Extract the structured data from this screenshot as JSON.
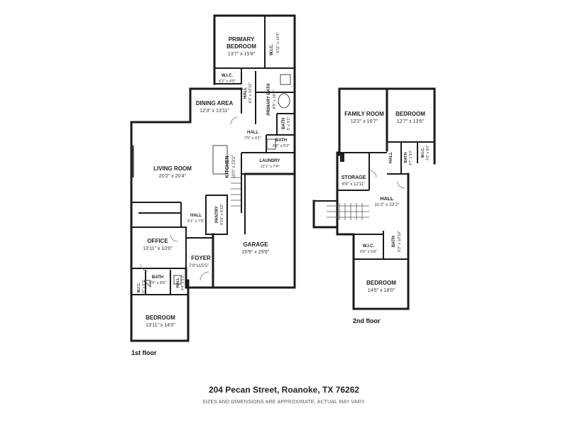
{
  "floors": [
    {
      "label": "1st floor",
      "rooms": [
        {
          "key": "primary_bedroom_a",
          "name": "PRIMARY",
          "dim": ""
        },
        {
          "key": "primary_bedroom_b",
          "name": "BEDROOM",
          "dim": "13'7\" x 15'8\""
        },
        {
          "key": "wic_primary",
          "name": "W.I.C.",
          "dim": "6'11\" x 14'6\""
        },
        {
          "key": "wic_small",
          "name": "W.I.C.",
          "dim": "6'2\" x 4'5\""
        },
        {
          "key": "hall_a",
          "name": "HALL",
          "dim": "4'2\" x 10'11\""
        },
        {
          "key": "primary_bath",
          "name": "PRIMARY BATH",
          "dim": "9'9\" x 16'9\""
        },
        {
          "key": "bath_small",
          "name": "BATH",
          "dim": "5' x 3'1\""
        },
        {
          "key": "dining",
          "name": "DINING AREA",
          "dim": "12'3\" x 13'11\""
        },
        {
          "key": "hall_b",
          "name": "HALL",
          "dim": "7'5\" x 9'1\""
        },
        {
          "key": "bath_b",
          "name": "BATH",
          "dim": "6'6\" x 6'2\""
        },
        {
          "key": "living",
          "name": "LIVING ROOM",
          "dim": "20'2\" x 20'4\""
        },
        {
          "key": "kitchen",
          "name": "KITCHEN",
          "dim": "10'0\" x 23'2\""
        },
        {
          "key": "laundry",
          "name": "LAUNDRY",
          "dim": "12'1\" x 7'4\""
        },
        {
          "key": "pantry",
          "name": "PANTRY",
          "dim": "4'10\" x 6'10\""
        },
        {
          "key": "hall_c",
          "name": "HALL",
          "dim": "6'1\" x 7'6\""
        },
        {
          "key": "office",
          "name": "OFFICE",
          "dim": "13'11\" x 10'0\""
        },
        {
          "key": "garage",
          "name": "GARAGE",
          "dim": "20'9\" x 29'6\""
        },
        {
          "key": "foyer",
          "name": "FOYER",
          "dim": "7'0\"x15'5\""
        },
        {
          "key": "hall_d",
          "name": "HALL",
          "dim": "4'4\" x 5'2\""
        },
        {
          "key": "wic_bed",
          "name": "W.I.C.",
          "dim": "4'0\" x 6'3\""
        },
        {
          "key": "bath_bed",
          "name": "BATH",
          "dim": "6'0\" x 8'6\""
        },
        {
          "key": "bedroom_1",
          "name": "BEDROOM",
          "dim": "13'11\" x 14'0\""
        }
      ]
    },
    {
      "label": "2nd floor",
      "rooms": [
        {
          "key": "family",
          "name": "FAMILY ROOM",
          "dim": "12'2\" x 16'7\""
        },
        {
          "key": "bedroom_2a",
          "name": "BEDROOM",
          "dim": "12'7\" x 13'6\""
        },
        {
          "key": "hall_e",
          "name": "HALL",
          "dim": ""
        },
        {
          "key": "bath_e",
          "name": "BATH",
          "dim": "4'7\" x 9'0\""
        },
        {
          "key": "wic_e",
          "name": "W.I.C.",
          "dim": "4'0\" x 9'0\""
        },
        {
          "key": "storage",
          "name": "STORAGE",
          "dim": "6'9\" x 12'11\""
        },
        {
          "key": "hall_f",
          "name": "HALL",
          "dim": "11'2\" x 23'2\""
        },
        {
          "key": "wic_f",
          "name": "W.I.C.",
          "dim": "5'6\" x 5'8\""
        },
        {
          "key": "bath_f",
          "name": "BATH",
          "dim": "5'2\" x 10'10\""
        },
        {
          "key": "bedroom_2b",
          "name": "BEDROOM",
          "dim": "14'6\" x 18'0\""
        }
      ]
    }
  ],
  "footer": {
    "address": "204 Pecan Street, Roanoke, TX 76262",
    "disclaimer": "SIZES AND DIMENSIONS ARE APPROXIMATE, ACTUAL MAY VARY."
  }
}
